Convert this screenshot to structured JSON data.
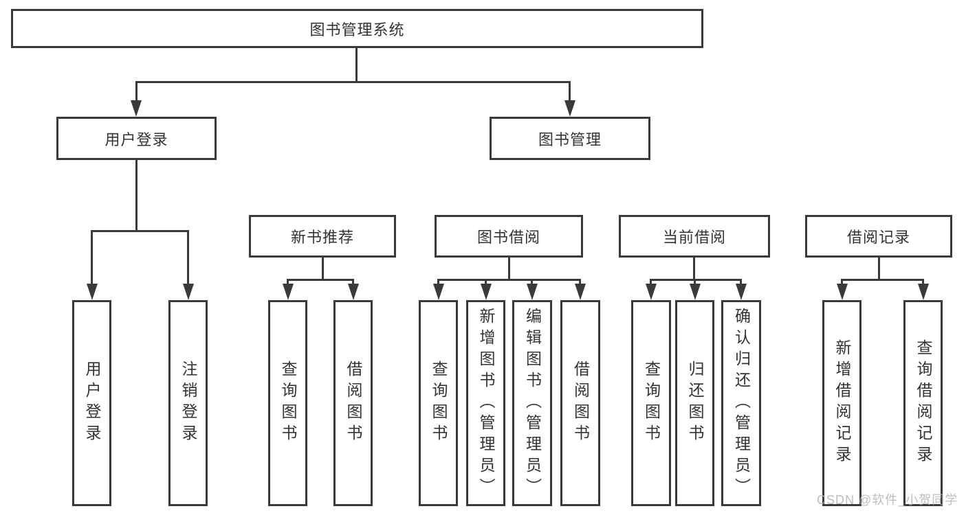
{
  "nodes": {
    "root": "图书管理系统",
    "user_login": "用户登录",
    "book_mgmt": "图书管理",
    "new_book_rec": "新书推荐",
    "book_borrow": "图书借阅",
    "current_borrow": "当前借阅",
    "borrow_records": "借阅记录",
    "leaf_user_login": "用户登录",
    "leaf_logout": "注销登录",
    "leaf_nb_query": "查询图书",
    "leaf_nb_borrow": "借阅图书",
    "leaf_bb_query": "查询图书",
    "leaf_bb_add": "新增图书（管理员）",
    "leaf_bb_edit": "编辑图书（管理员）",
    "leaf_bb_borrow": "借阅图书",
    "leaf_cb_query": "查询图书",
    "leaf_cb_return": "归还图书",
    "leaf_cb_confirm": "确认归还（管理员）",
    "leaf_br_add": "新增借阅记录",
    "leaf_br_query": "查询借阅记录"
  },
  "hierarchy": {
    "root": [
      "user_login",
      "book_mgmt"
    ],
    "user_login": [
      "leaf_user_login",
      "leaf_logout"
    ],
    "book_mgmt": [
      "new_book_rec",
      "book_borrow",
      "current_borrow",
      "borrow_records"
    ],
    "new_book_rec": [
      "leaf_nb_query",
      "leaf_nb_borrow"
    ],
    "book_borrow": [
      "leaf_bb_query",
      "leaf_bb_add",
      "leaf_bb_edit",
      "leaf_bb_borrow"
    ],
    "current_borrow": [
      "leaf_cb_query",
      "leaf_cb_return",
      "leaf_cb_confirm"
    ],
    "borrow_records": [
      "leaf_br_add",
      "leaf_br_query"
    ]
  },
  "watermark": "CSDN @软件_小贺同学",
  "colors": {
    "line": "#3a3a3a",
    "text": "#333333",
    "background": "#ffffff",
    "watermark": "#b3b3b3"
  }
}
